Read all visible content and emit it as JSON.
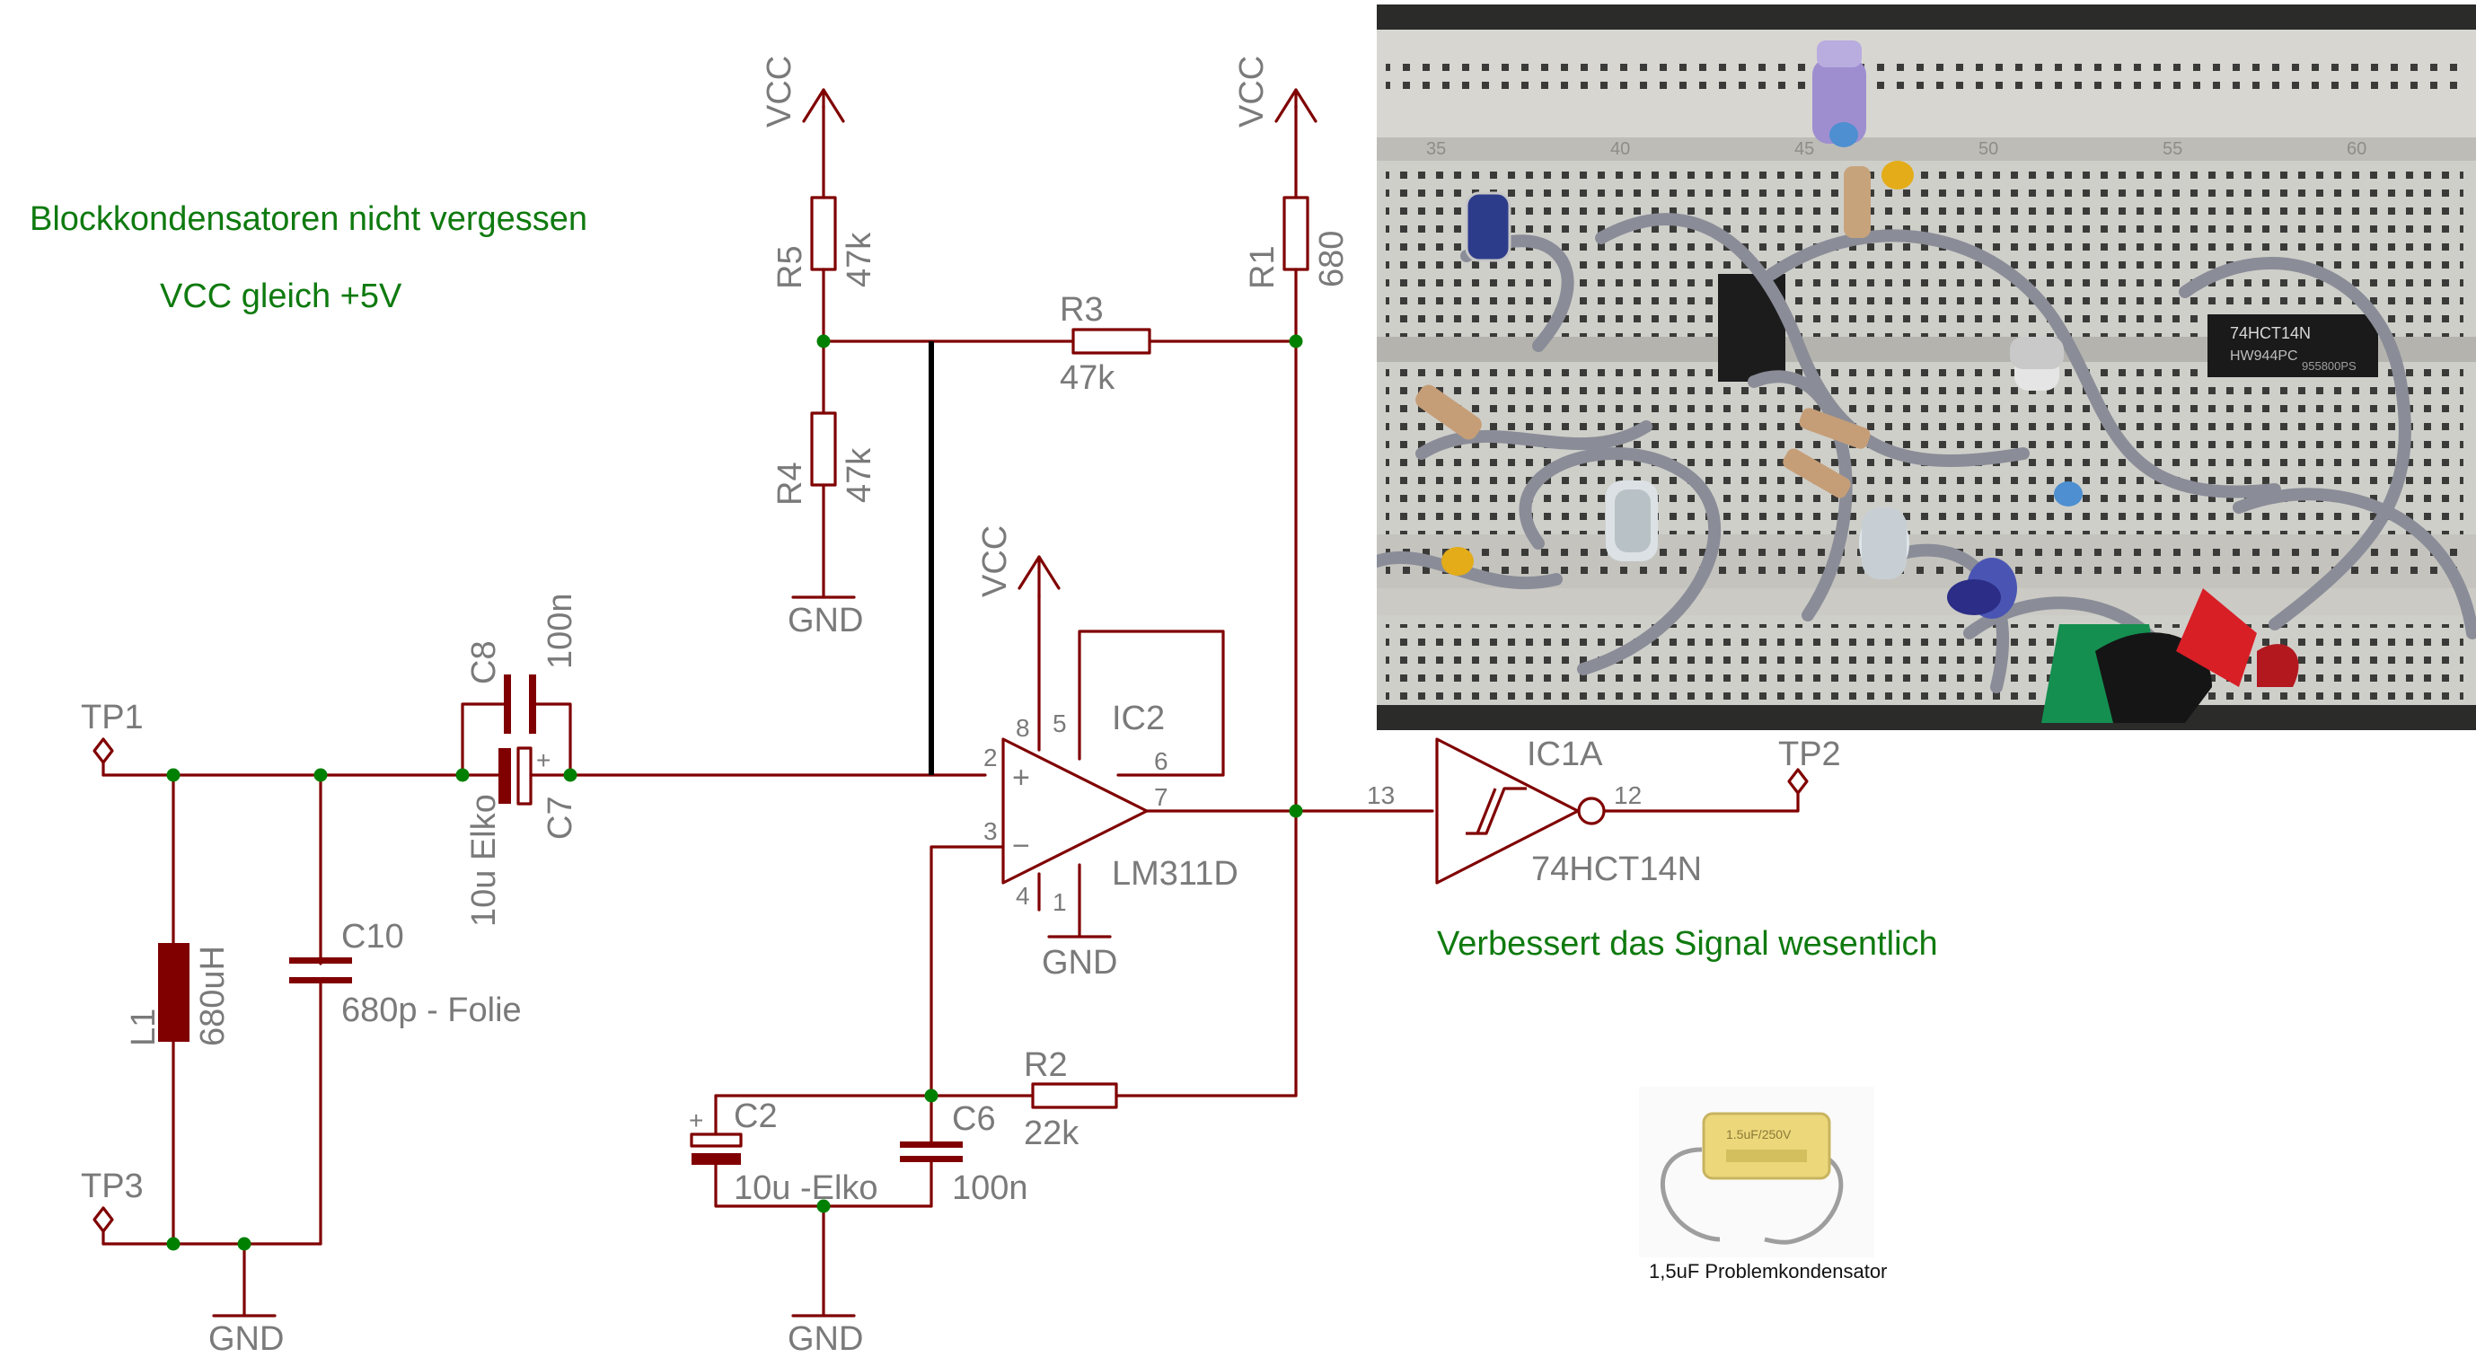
{
  "notes": {
    "blockkondensatoren": "Blockkondensatoren nicht vergessen",
    "vcc_definition": "VCC gleich +5V",
    "improvement": "Verbessert das Signal wesentlich"
  },
  "components": {
    "R1": {
      "ref": "R1",
      "value": "680"
    },
    "R2": {
      "ref": "R2",
      "value": "22k"
    },
    "R3": {
      "ref": "R3",
      "value": "47k"
    },
    "R4": {
      "ref": "R4",
      "value": "47k"
    },
    "R5": {
      "ref": "R5",
      "value": "47k"
    },
    "C2": {
      "ref": "C2",
      "value": "10u -Elko"
    },
    "C6": {
      "ref": "C6",
      "value": "100n"
    },
    "C7": {
      "ref": "C7",
      "value": "10u Elko"
    },
    "C8": {
      "ref": "C8",
      "value": "100n"
    },
    "C10": {
      "ref": "C10",
      "value": "680p - Folie"
    },
    "L1": {
      "ref": "L1",
      "value": "680uH"
    },
    "IC2": {
      "ref": "IC2",
      "part": "LM311D",
      "pins": [
        "2",
        "3",
        "4",
        "1",
        "5",
        "6",
        "7",
        "8"
      ]
    },
    "IC1A": {
      "ref": "IC1A",
      "part": "74HCT14N",
      "pins": [
        "13",
        "12"
      ]
    }
  },
  "signs": {
    "plus": "+",
    "minus": "−"
  },
  "supplies": {
    "vcc": "VCC",
    "gnd": "GND"
  },
  "test_points": {
    "tp1": "TP1",
    "tp2": "TP2",
    "tp3": "TP3"
  },
  "photos": {
    "breadboard": {
      "chip_1_text": [
        "74HCT14N",
        "HW944PC"
      ],
      "chip_2_text": [
        "955800PS"
      ],
      "row_numbers": [
        "35",
        "40",
        "45",
        "50",
        "55",
        "60"
      ]
    },
    "capacitor": {
      "caption": "1,5uF Problemkondensator",
      "body_text": "1.5uF/250V"
    }
  },
  "colors": {
    "wire": "#800000",
    "junction": "#008000",
    "label": "#7a7a7a",
    "note": "#0f7a0f",
    "jumper": "#000000"
  }
}
